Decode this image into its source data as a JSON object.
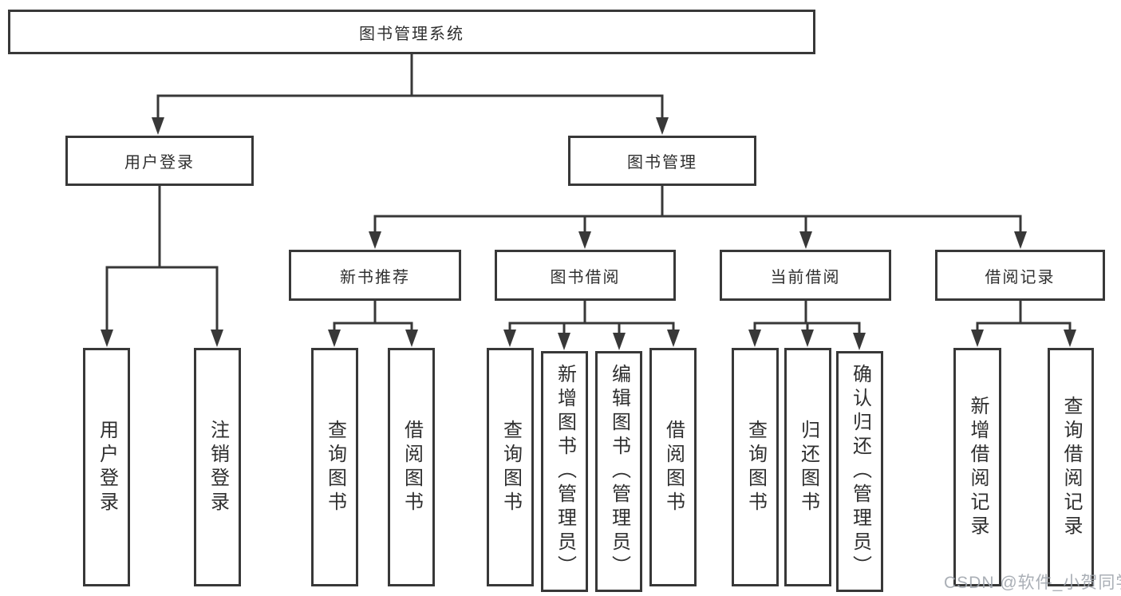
{
  "diagram": {
    "root": {
      "label": "图书管理系统"
    },
    "level2": [
      {
        "label": "用户登录"
      },
      {
        "label": "图书管理"
      }
    ],
    "level3": [
      {
        "label": "新书推荐"
      },
      {
        "label": "图书借阅"
      },
      {
        "label": "当前借阅"
      },
      {
        "label": "借阅记录"
      }
    ],
    "leaves": [
      {
        "label": "用户登录"
      },
      {
        "label": "注销登录"
      },
      {
        "label": "查询图书"
      },
      {
        "label": "借阅图书"
      },
      {
        "label": "查询图书"
      },
      {
        "label": "新增图书（管理员）"
      },
      {
        "label": "编辑图书（管理员）"
      },
      {
        "label": "借阅图书"
      },
      {
        "label": "查询图书"
      },
      {
        "label": "归还图书"
      },
      {
        "label": "确认归还（管理员）"
      },
      {
        "label": "新增借阅记录"
      },
      {
        "label": "查询借阅记录"
      }
    ]
  },
  "watermark": {
    "text": "CSDN @软件_小贺同学"
  },
  "colors": {
    "line": "#383838",
    "node_border": "#383838",
    "text": "#2f2f2f",
    "watermark": "#9ea4ac",
    "background": "#ffffff"
  }
}
